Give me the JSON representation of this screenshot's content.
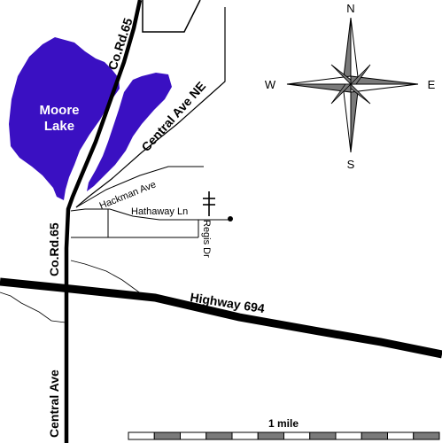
{
  "colors": {
    "water": "#3a10c2",
    "road": "#000000",
    "background": "#ffffff",
    "scale_dark": "#7a7a7a",
    "scale_light": "#ffffff"
  },
  "lake": {
    "name_line1": "Moore",
    "name_line2": "Lake"
  },
  "roads": {
    "co_rd_65_north": "Co.Rd.65",
    "co_rd_65_south": "Co.Rd.65",
    "central_ave_ne": "Central Ave NE",
    "central_ave": "Central Ave",
    "highway_694": "Highway 694",
    "hackman_ave": "Hackman Ave",
    "hathaway_ln": "Hathaway Ln",
    "regis_dr": "Regis Dr"
  },
  "compass": {
    "north": "N",
    "south": "S",
    "east": "E",
    "west": "W"
  },
  "scale": {
    "label": "1 mile",
    "segments": 12
  },
  "landmarks": [
    {
      "name": "church-cross-icon"
    },
    {
      "name": "location-dot-icon"
    }
  ]
}
